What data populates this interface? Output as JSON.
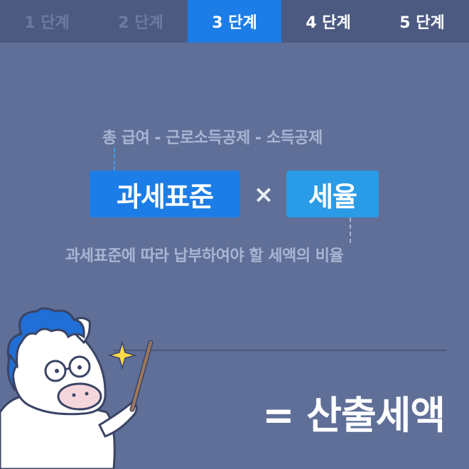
{
  "tabs": [
    {
      "label": "1 단계",
      "state": "done"
    },
    {
      "label": "2 단계",
      "state": "done"
    },
    {
      "label": "3 단계",
      "state": "active"
    },
    {
      "label": "4 단계",
      "state": "upcoming"
    },
    {
      "label": "5 단계",
      "state": "upcoming"
    }
  ],
  "formula": {
    "top_note": "총 급여 - 근로소득공제 - 소득공제",
    "term_base": "과세표준",
    "operator": "×",
    "term_rate": "세율",
    "bottom_note": "과세표준에 따라 납부하여야 할 세액의 비율",
    "result": "= 산출세액"
  },
  "colors": {
    "background": "#5f6f98",
    "tab_bar": "#4c5a82",
    "active_tab": "#1d7de6",
    "base_box": "#1d7de6",
    "rate_box": "#2a9be6"
  },
  "icons": [
    "unicorn-mascot-illustration",
    "sparkle-icon",
    "pointer-stick"
  ]
}
